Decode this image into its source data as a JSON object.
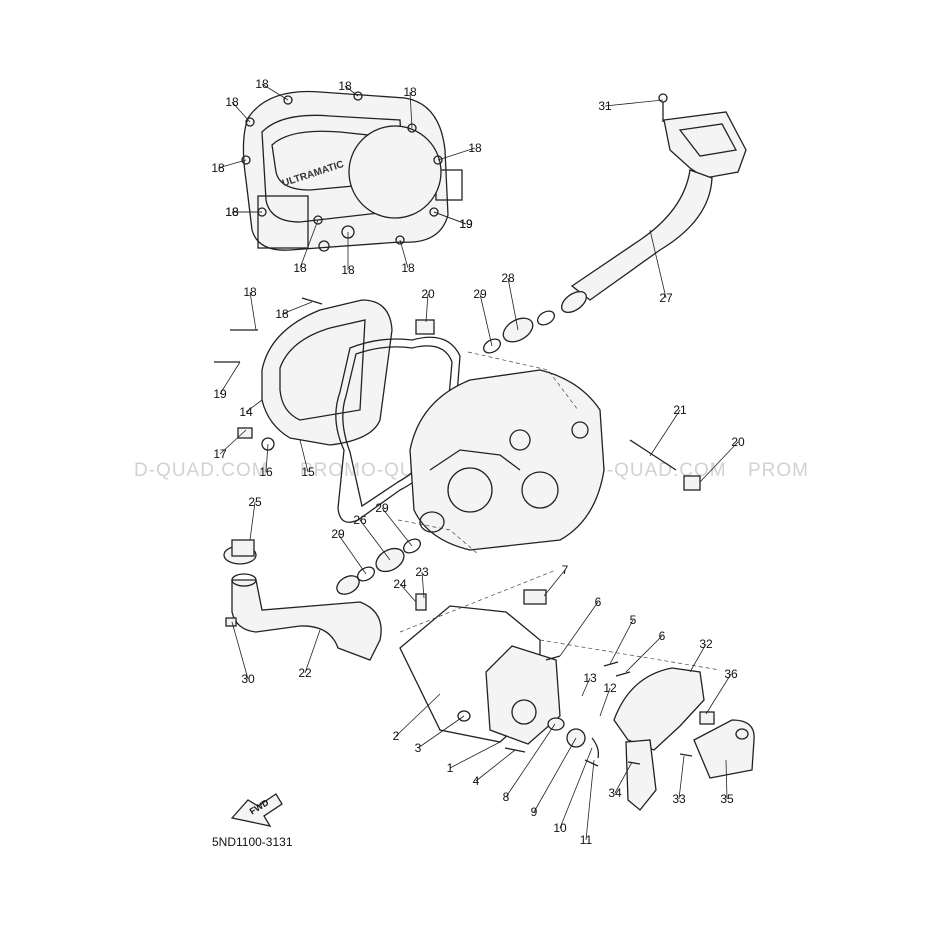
{
  "diagram": {
    "reference_code": "5ND1100-3131",
    "brand_plate": "ULTRAMATIC",
    "fwd_label": "FWD",
    "watermark": {
      "segments": [
        "D-QUAD.COM",
        "PROMO-QUAD.COM",
        "PROMO-QUAD.COM",
        "PROM"
      ]
    },
    "callouts": [
      "18",
      "18",
      "18",
      "18",
      "18",
      "18",
      "18",
      "19",
      "18",
      "18",
      "18",
      "19",
      "18",
      "31",
      "29",
      "28",
      "27",
      "18",
      "18",
      "20",
      "19",
      "14",
      "17",
      "16",
      "15",
      "21",
      "20",
      "25",
      "29",
      "26",
      "29",
      "24",
      "23",
      "7",
      "30",
      "22",
      "6",
      "5",
      "6",
      "32",
      "36",
      "13",
      "12",
      "2",
      "3",
      "1",
      "4",
      "8",
      "9",
      "10",
      "11",
      "34",
      "33",
      "35"
    ]
  }
}
